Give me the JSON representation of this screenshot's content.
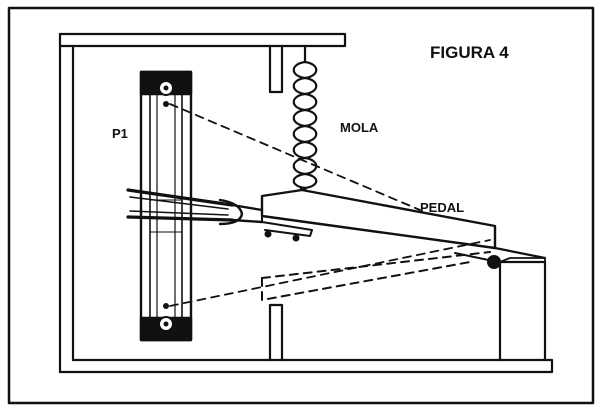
{
  "figure": {
    "title": "FIGURA 4",
    "labels": {
      "spring": "MOLA",
      "pedal": "PEDAL",
      "potentiometer": "P1"
    }
  },
  "colors": {
    "ink": "#111111",
    "paper": "#ffffff"
  }
}
